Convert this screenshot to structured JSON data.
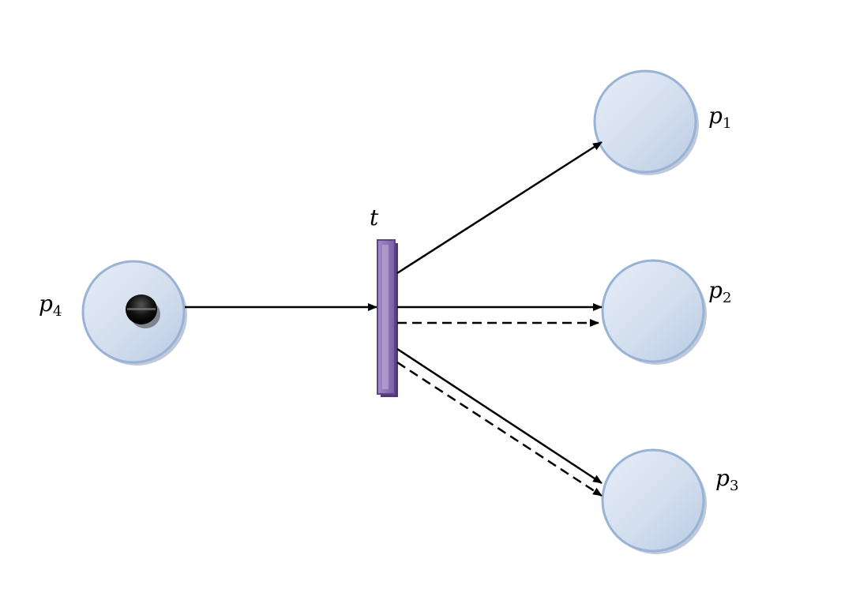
{
  "places": [
    {
      "id": "p1",
      "letter": "p",
      "sub": "1",
      "tokens": 0
    },
    {
      "id": "p2",
      "letter": "p",
      "sub": "2",
      "tokens": 0
    },
    {
      "id": "p3",
      "letter": "p",
      "sub": "3",
      "tokens": 0
    },
    {
      "id": "p4",
      "letter": "p",
      "sub": "4",
      "tokens": 1
    }
  ],
  "transition": {
    "id": "t",
    "label": "t"
  },
  "arcs": [
    {
      "from": "p4",
      "to": "t",
      "style": "solid"
    },
    {
      "from": "t",
      "to": "p1",
      "style": "solid"
    },
    {
      "from": "t",
      "to": "p2",
      "style": "solid"
    },
    {
      "from": "t",
      "to": "p2",
      "style": "dashed"
    },
    {
      "from": "t",
      "to": "p3",
      "style": "solid"
    },
    {
      "from": "t",
      "to": "p3",
      "style": "dashed"
    }
  ],
  "colors": {
    "place_fill": "#d3deee",
    "place_stroke": "#98b3d6",
    "transition_fill": "#8a6fb0",
    "transition_stroke": "#5e4488",
    "token": "#111111",
    "arc": "#000000"
  }
}
